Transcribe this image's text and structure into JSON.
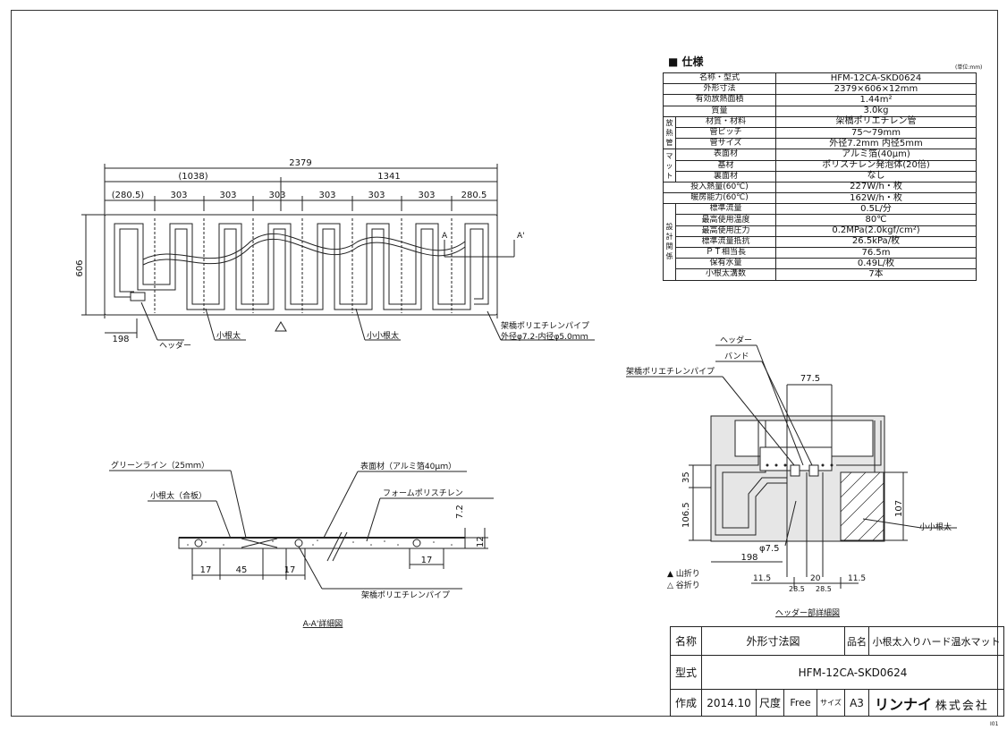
{
  "main_view": {
    "dim_total": "2379",
    "dim_left_group": "(1038)",
    "dim_right_group": "1341",
    "segments": [
      "(280.5)",
      "303",
      "303",
      "303",
      "303",
      "303",
      "303",
      "280.5"
    ],
    "dim_height": "606",
    "dim_header_offset": "198",
    "label_header": "ヘッダー",
    "label_rafter": "小根太",
    "label_small_rafter": "小小根太",
    "label_pipe_line1": "架橋ポリエチレンパイプ",
    "label_pipe_line2": "外径φ7.2-内径φ5.0ｍｍ",
    "section_a_left": "A",
    "section_a_right": "A'"
  },
  "section_view": {
    "label_greenline": "グリーンライン（25ｍｍ）",
    "label_surface": "表面材（アルミ箔40μｍ）",
    "label_rafter_plywood": "小根太（合板）",
    "label_foam": "フォームポリスチレン",
    "dim_72": "7.2",
    "dim_12": "12",
    "dim_17a": "17",
    "dim_45": "45",
    "dim_17b": "17",
    "dim_17c": "17",
    "label_pipe": "架橋ポリエチレンパイプ",
    "caption": "A-A'詳細図"
  },
  "spec": {
    "title": "■ 仕様",
    "unit": "(単位:mm)",
    "rows": {
      "name_label": "名称・型式",
      "name_value": "HFM-12CA-SKD0624",
      "size_label": "外形寸法",
      "size_value": "2379×606×12mm",
      "area_label": "有効放熱面積",
      "area_value": "1.44m²",
      "mass_label": "質量",
      "mass_value": "3.0kg",
      "g1": "放熱管",
      "pipe_mat_label": "材質・材料",
      "pipe_mat_value": "架橋ポリエチレン管",
      "pitch_label": "管ピッチ",
      "pitch_value": "75〜79mm",
      "pipe_size_label": "管サイズ",
      "pipe_size_value": "外径7.2mm 内径5mm",
      "g2": "マット",
      "surface_label": "表面材",
      "surface_value": "アルミ箔(40μm)",
      "base_label": "基材",
      "base_value": "ポリスチレン発泡体(20倍)",
      "back_label": "裏面材",
      "back_value": "なし",
      "input_label": "投入熱量(60℃)",
      "input_value": "227W/h・枚",
      "heating_label": "暖房能力(60℃)",
      "heating_value": "162W/h・枚",
      "g3": "設計関係",
      "flow_label": "標準流量",
      "flow_value": "0.5L/分",
      "temp_label": "最高使用温度",
      "temp_value": "80℃",
      "press_label": "最高使用圧力",
      "press_value": "0.2MPa(2.0kgf/cm²)",
      "resist_label": "標準流量抵抗",
      "resist_value": "26.5kPa/枚",
      "pt_label": "ＰＴ相当長",
      "pt_value": "76.5m",
      "water_label": "保有水量",
      "water_value": "0.49L/枚",
      "rafters_label": "小根太溝数",
      "rafters_value": "7本"
    }
  },
  "header_detail": {
    "label_header": "ヘッダー",
    "label_band": "バンド",
    "label_pipe": "架橋ポリエチレンパイプ",
    "dim_775": "77.5",
    "dim_35": "35",
    "dim_1065": "106.5",
    "dim_107": "107",
    "dim_phi": "φ7.5",
    "dim_198": "198",
    "dim_115a": "11.5",
    "dim_20": "20",
    "dim_115b": "11.5",
    "dim_285a": "28.5",
    "dim_285b": "28.5",
    "label_small_rafter": "小小根太",
    "legend_mountain": "▲ 山折り",
    "legend_valley": "△ 谷折り",
    "caption": "ヘッダー部詳細図"
  },
  "title_block": {
    "name_label": "名称",
    "name_value": "外形寸法図",
    "product_label": "品名",
    "product_value": "小根太入りハード温水マット",
    "model_label": "型式",
    "model_value": "HFM-12CA-SKD0624",
    "author_label": "作成",
    "date": "2014.10",
    "scale_label": "尺度",
    "scale_value": "Free",
    "size_label": "サイズ",
    "size_value": "A3",
    "company_brand": "リンナイ",
    "company_suffix": "株式会社"
  },
  "page_code": "I01"
}
